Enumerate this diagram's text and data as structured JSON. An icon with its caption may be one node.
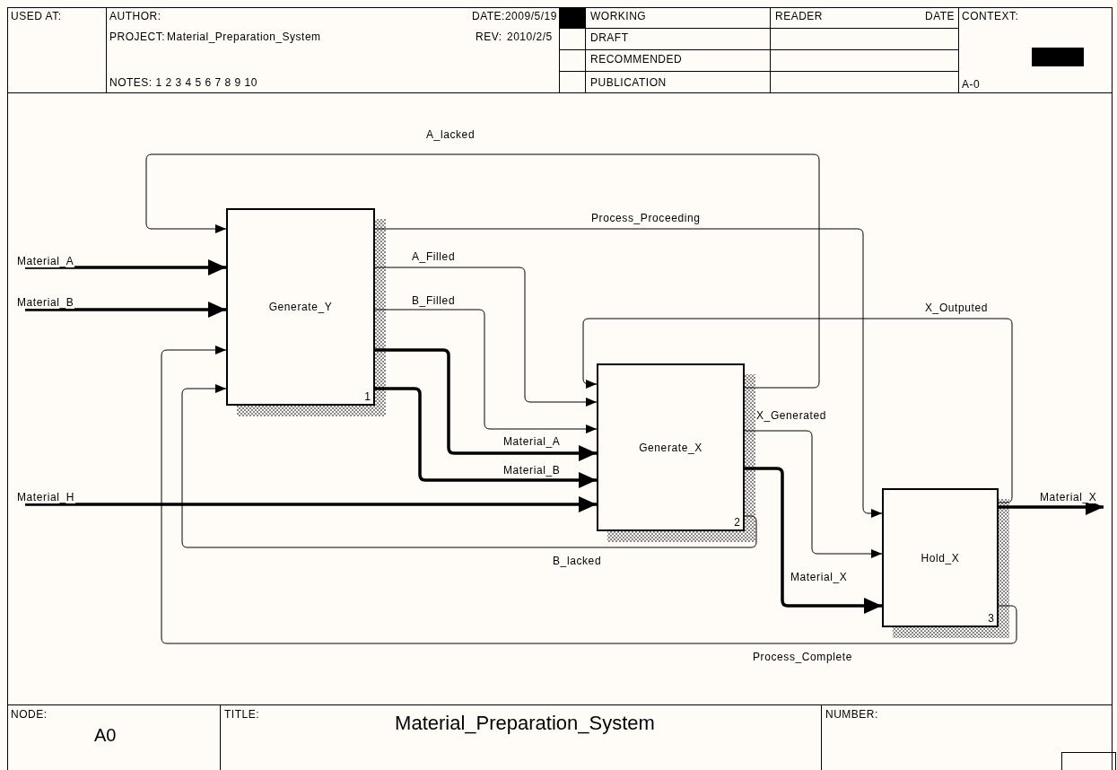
{
  "diagram": {
    "title": "Material_Preparation_System",
    "nodes": [
      {
        "text": [
          "Generate_Y",
          "1"
        ]
      },
      {
        "text": [
          "Generate_X",
          "2"
        ]
      },
      {
        "text": [
          "Hold_X",
          "3"
        ]
      }
    ],
    "edges": [
      {
        "from": 1,
        "to": 0,
        "arrow": "to",
        "label": "A_lacked"
      },
      {
        "from": 0,
        "to": 2,
        "arrow": "to",
        "label": "Process_Proceeding"
      },
      {
        "from": 0,
        "to": 1,
        "arrow": "to",
        "label": "A_Filled"
      },
      {
        "from": 0,
        "to": 1,
        "arrow": "to",
        "label": "B_Filled"
      },
      {
        "from": 0,
        "to": 1,
        "arrow": "to",
        "label": "Material_A",
        "style": "thick"
      },
      {
        "from": 0,
        "to": 1,
        "arrow": "to",
        "label": "Material_B",
        "style": "thick"
      },
      {
        "from": 2,
        "to": 1,
        "arrow": "to",
        "label": "X_Outputed"
      },
      {
        "from": 1,
        "to": 2,
        "arrow": "to",
        "label": "X_Generated"
      },
      {
        "from": 1,
        "to": 2,
        "arrow": "to",
        "label": "Material_X",
        "style": "thick"
      },
      {
        "from": 1,
        "to": 0,
        "arrow": "to",
        "label": "B_lacked"
      },
      {
        "from": 2,
        "to": 0,
        "arrow": "to",
        "label": "Process_Complete"
      },
      {
        "from": null,
        "to": 0,
        "arrow": "to",
        "label": "Material_A",
        "style": "thick"
      },
      {
        "from": null,
        "to": 0,
        "arrow": "to",
        "label": "Material_B",
        "style": "thick"
      },
      {
        "from": null,
        "to": 1,
        "arrow": "to",
        "label": "Material_H",
        "style": "thick"
      },
      {
        "from": 2,
        "to": null,
        "arrow": "to",
        "label": "Material_X",
        "style": "thick"
      }
    ],
    "labels": [
      "USED AT:",
      "AUTHOR:",
      "DATE:2009/5/19",
      "WORKING",
      "READER",
      "DATE",
      "CONTEXT:",
      "PROJECT:",
      "Material_Preparation_System",
      "REV:",
      "2010/2/5",
      "DRAFT",
      "RECOMMENDED",
      "NOTES: 1 2 3 4 5 6 7 8 9 10",
      "PUBLICATION",
      "A-0",
      "NODE:",
      "TITLE:",
      "NUMBER:",
      "A0"
    ]
  }
}
